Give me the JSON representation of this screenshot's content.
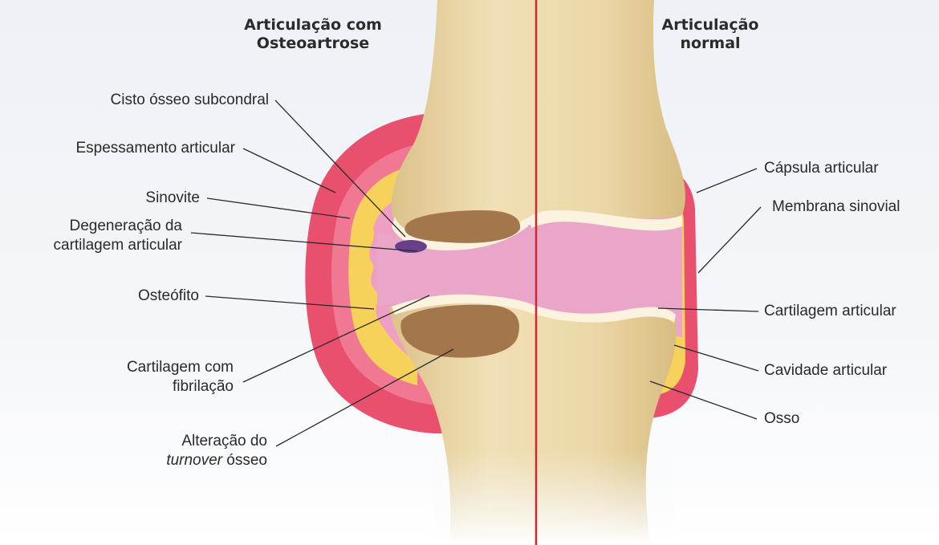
{
  "titles": {
    "left": [
      "Articulação com",
      "Osteoartrose"
    ],
    "right": [
      "Articulação",
      "normal"
    ]
  },
  "labels_left": {
    "cisto": "Cisto ósseo subcondral",
    "espessamento": "Espessamento articular",
    "sinovite": "Sinovite",
    "degeneracao": [
      "Degeneração da",
      "cartilagem articular"
    ],
    "osteofito": "Osteófito",
    "cartilagem_fibrilacao": [
      "Cartilagem com",
      "fibrilação"
    ],
    "alteracao": {
      "line1": "Alteração do",
      "italic": "turnover",
      "rest": " ósseo"
    }
  },
  "labels_right": {
    "capsula": "Cápsula articular",
    "membrana": "Membrana sinovial",
    "cartilagem": "Cartilagem articular",
    "cavidade": "Cavidade articular",
    "osso": "Osso"
  },
  "colors": {
    "bone": "#ecd8a8",
    "bone_shadow": "#d8bf86",
    "capsule": "#e8506e",
    "capsule_light": "#f290a4",
    "synovium": "#f7d25a",
    "cavity": "#eaa6c8",
    "cartilage": "#fbf3de",
    "cyst": "#a4764c",
    "divider": "#cc2a33"
  }
}
